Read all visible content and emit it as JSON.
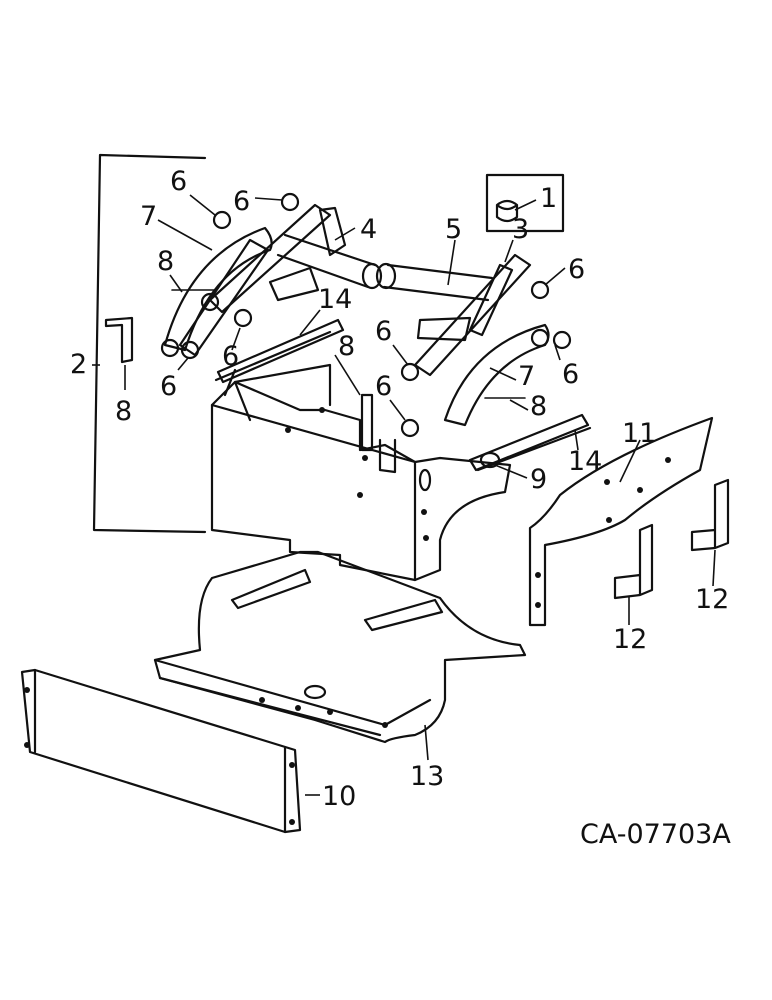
{
  "diagram": {
    "reference_code": "CA-07703A",
    "callouts": [
      {
        "id": "c1",
        "label": "1"
      },
      {
        "id": "c2",
        "label": "2"
      },
      {
        "id": "c3",
        "label": "3"
      },
      {
        "id": "c4",
        "label": "4"
      },
      {
        "id": "c5",
        "label": "5"
      },
      {
        "id": "c6a",
        "label": "6"
      },
      {
        "id": "c6b",
        "label": "6"
      },
      {
        "id": "c6c",
        "label": "6"
      },
      {
        "id": "c6d",
        "label": "6"
      },
      {
        "id": "c6e",
        "label": "6"
      },
      {
        "id": "c6f",
        "label": "6"
      },
      {
        "id": "c6g",
        "label": "6"
      },
      {
        "id": "c6h",
        "label": "6"
      },
      {
        "id": "c7a",
        "label": "7"
      },
      {
        "id": "c7b",
        "label": "7"
      },
      {
        "id": "c8a",
        "label": "8"
      },
      {
        "id": "c8b",
        "label": "8"
      },
      {
        "id": "c8c",
        "label": "8"
      },
      {
        "id": "c8d",
        "label": "8"
      },
      {
        "id": "c9",
        "label": "9"
      },
      {
        "id": "c10",
        "label": "10"
      },
      {
        "id": "c11",
        "label": "11"
      },
      {
        "id": "c12a",
        "label": "12"
      },
      {
        "id": "c12b",
        "label": "12"
      },
      {
        "id": "c13",
        "label": "13"
      },
      {
        "id": "c14a",
        "label": "14"
      },
      {
        "id": "c14b",
        "label": "14"
      }
    ]
  }
}
